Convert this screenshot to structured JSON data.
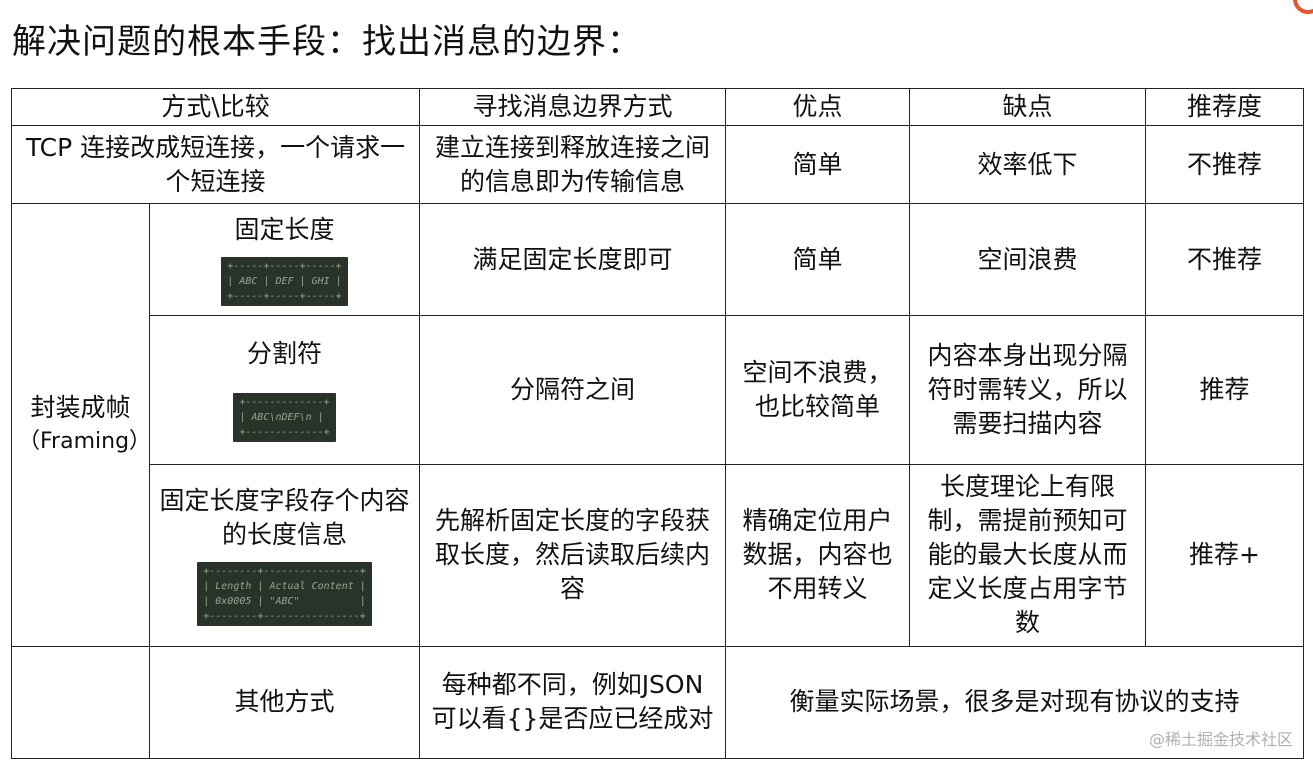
{
  "title": "解决问题的根本手段：找出消息的边界：",
  "header": {
    "method": "方式\\比较",
    "boundary": "寻找消息边界方式",
    "pros": "优点",
    "cons": "缺点",
    "recommend": "推荐度"
  },
  "row_tcp": {
    "method": "TCP 连接改成短连接，一个请求一个短连接",
    "boundary": "建立连接到释放连接之间的信息即为传输信息",
    "pros": "简单",
    "cons": "效率低下",
    "recommend": "不推荐"
  },
  "framing": {
    "label": "封装成帧",
    "label_en": "（Framing）"
  },
  "row_fixed": {
    "method": "固定长度",
    "code": "+-----+-----+-----+\n| ABC | DEF | GHI |\n+-----+-----+-----+",
    "boundary": "满足固定长度即可",
    "pros": "简单",
    "cons": "空间浪费",
    "recommend": "不推荐"
  },
  "row_delim": {
    "method": "分割符",
    "code": "+-------------+\n| ABC\\nDEF\\n |\n+-------------+",
    "boundary": "分隔符之间",
    "pros": "空间不浪费，也比较简单",
    "cons": "内容本身出现分隔符时需转义，所以需要扫描内容",
    "recommend": "推荐"
  },
  "row_lenfield": {
    "method": "固定长度字段存个内容的长度信息",
    "code": "+--------+----------------+\n| Length | Actual Content |\n| 0x0005 | \"ABC\"          |\n+--------+----------------+",
    "boundary": "先解析固定长度的字段获取长度，然后读取后续内容",
    "pros": "精确定位用户数据，内容也不用转义",
    "cons": "长度理论上有限制，需提前预知可能的最大长度从而定义长度占用字节数",
    "recommend": "推荐+"
  },
  "row_other": {
    "method": "其他方式",
    "boundary": "每种都不同，例如JSON 可以看{}是否应已经成对",
    "summary": "衡量实际场景，很多是对现有协议的支持"
  },
  "watermark": "@稀土掘金技术社区",
  "accent_color": "#e8552c"
}
